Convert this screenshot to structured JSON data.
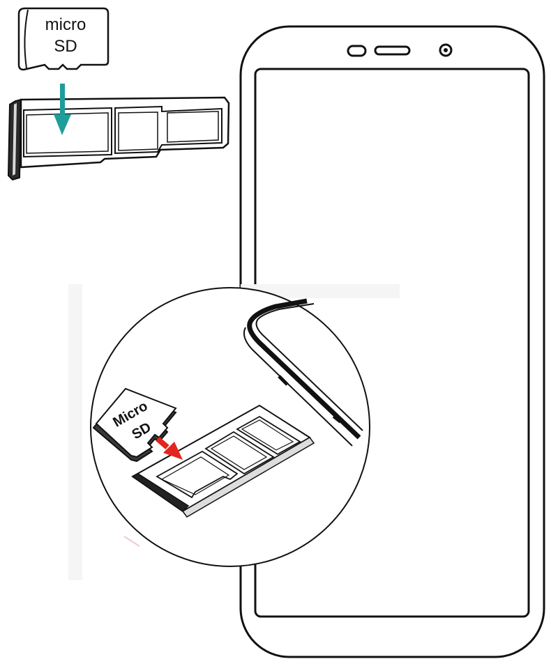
{
  "top_card": {
    "line1": "micro",
    "line2": "SD"
  },
  "zoom_card": {
    "line1": "Micro",
    "line2": "SD"
  },
  "colors": {
    "teal_arrow": "#1e9e9a",
    "red_arrow": "#e3261d",
    "outline": "#111111",
    "card_fill_dark": "#3a3a3a",
    "card_fill_light": "#ffffff"
  },
  "icons": {
    "top_arrow": "down-arrow-icon",
    "zoom_arrow": "insert-arrow-icon"
  }
}
